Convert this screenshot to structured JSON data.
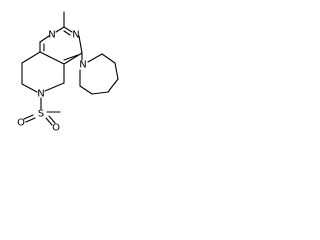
{
  "molecule": {
    "atom_labels": {
      "n_pyrimidine_top": "N",
      "n_pyrimidine_right": "N",
      "n_azepane": "N",
      "n_piperidine": "N",
      "s_sulfonyl": "S",
      "o_sulfonyl_left": "O",
      "o_sulfonyl_right": "O"
    },
    "colors": {
      "bond": "#000000",
      "label": "#000000",
      "background": "#ffffff"
    }
  }
}
